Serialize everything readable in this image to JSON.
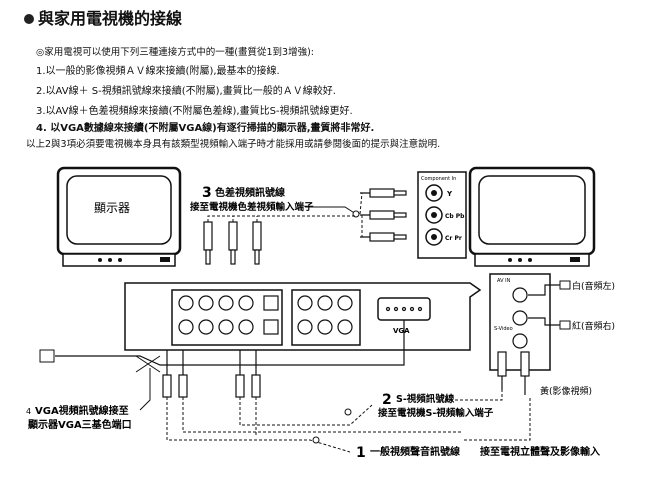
{
  "header": {
    "title": "與家用電視機的接線",
    "intro": "◎家用電視可以使用下列三種連接方式中的一種(畫質從1到3增強):",
    "methods": [
      "1.以一般的影像視頻ＡＶ線來接續(附屬),最基本的接線.",
      "2.以AV線＋ S-視頻訊號線來接續(不附屬),畫質比一般的ＡＶ線較好.",
      "3.以AV線＋色差視頻線來接續(不附屬色差線),畫質比S-視頻訊號線更好.",
      "4. 以VGA數據線來接續(不附屬VGA線)有逐行掃描的顯示器,畫質將非常好."
    ],
    "note": "以上2與3項必須要電視機本身具有該類型視頻輸入端子時才能採用或請參閱後面的提示與注意說明."
  },
  "diagram": {
    "left_tv_label": "顯示器",
    "label3_num": "3",
    "label3_line1": "色差視頻訊號線",
    "label3_line2": "接至電視機色差視頻輸入端子",
    "right_tv_component_header": "Component In",
    "component_y": "Y",
    "component_cb": "Cb Pb",
    "component_cr": "Cr Pr",
    "av_panel_header": "AV IN",
    "av_panel_svideo": "S-Video",
    "label_white": "白(音頻左)",
    "label_red": "紅(音頻右)",
    "label_yellow": "黃(影像視頻)",
    "vga_port": "VGA",
    "label4_line1": "VGA視頻訊號線接至",
    "label4_line2": "顯示器VGA三基色端口",
    "label4_prefix": "4",
    "label2_num": "2",
    "label2_line1": "S-視頻訊號線",
    "label2_line2": "接至電視機S-視頻輸入端子",
    "label1_num": "1",
    "label1_text": "一般視頻聲音訊號線",
    "label_av_input": "接至電視立體聲及影像輸入"
  }
}
